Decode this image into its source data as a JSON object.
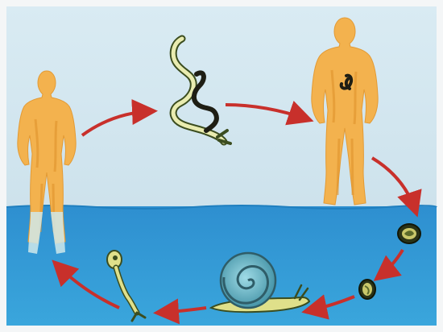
{
  "diagram": {
    "type": "life-cycle",
    "colors": {
      "sky": "#d3e6ef",
      "water": "#2b93d2",
      "border": "#f4f6f7",
      "human_body": "#f3b24e",
      "human_shade": "#e0922c",
      "worm_body": "#e9ecb0",
      "worm_outline": "#3b4d1f",
      "arrow": "#c8302b",
      "snail_shell": "#5fb3c4",
      "snail_body": "#dfe08a"
    },
    "stages": [
      {
        "id": "human-in-water",
        "icon": "human-figure"
      },
      {
        "id": "adult-worms",
        "icon": "paired-worms"
      },
      {
        "id": "infected-human",
        "icon": "human-figure"
      },
      {
        "id": "egg-1",
        "icon": "egg"
      },
      {
        "id": "egg-2",
        "icon": "egg"
      },
      {
        "id": "snail",
        "icon": "snail"
      },
      {
        "id": "cercaria",
        "icon": "cercaria"
      }
    ],
    "arrows": [
      {
        "from": "human-in-water",
        "to": "adult-worms"
      },
      {
        "from": "adult-worms",
        "to": "infected-human"
      },
      {
        "from": "infected-human",
        "to": "egg-1"
      },
      {
        "from": "egg-1",
        "to": "egg-2"
      },
      {
        "from": "egg-2",
        "to": "snail"
      },
      {
        "from": "snail",
        "to": "cercaria"
      },
      {
        "from": "cercaria",
        "to": "human-in-water"
      }
    ]
  }
}
